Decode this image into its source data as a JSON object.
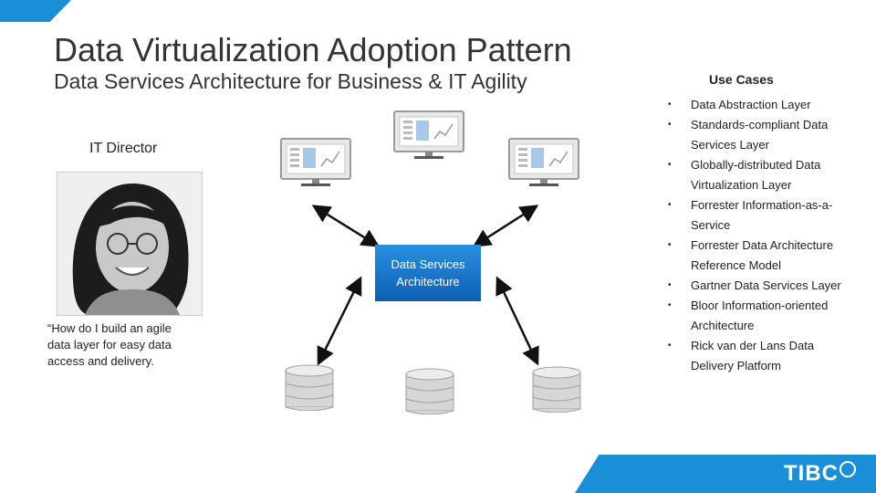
{
  "title": "Data Virtualization Adoption Pattern",
  "subtitle": "Data Services Architecture for Business & IT Agility",
  "persona": {
    "role": "IT Director",
    "quote": "“How do I build an agile\n data layer for easy data\n access and delivery."
  },
  "center_box": "Data Services\nArchitecture",
  "use_cases": {
    "title": "Use Cases",
    "items": [
      "Data Abstraction Layer",
      "Standards-compliant Data Services Layer",
      "Globally-distributed Data Virtualization Layer",
      "Forrester Information-as-a-Service",
      "Forrester Data Architecture Reference Model",
      "Gartner Data Services Layer",
      "Bloor Information-oriented Architecture",
      "Rick van der Lans Data Delivery Platform"
    ]
  },
  "logo": "TIBC",
  "colors": {
    "accent": "#1a8fd8",
    "box_top": "#2a8fe0",
    "box_bottom": "#0f5fb4"
  },
  "icons": [
    "monitor-icon",
    "database-icon",
    "arrow-icon",
    "bullet-icon"
  ]
}
